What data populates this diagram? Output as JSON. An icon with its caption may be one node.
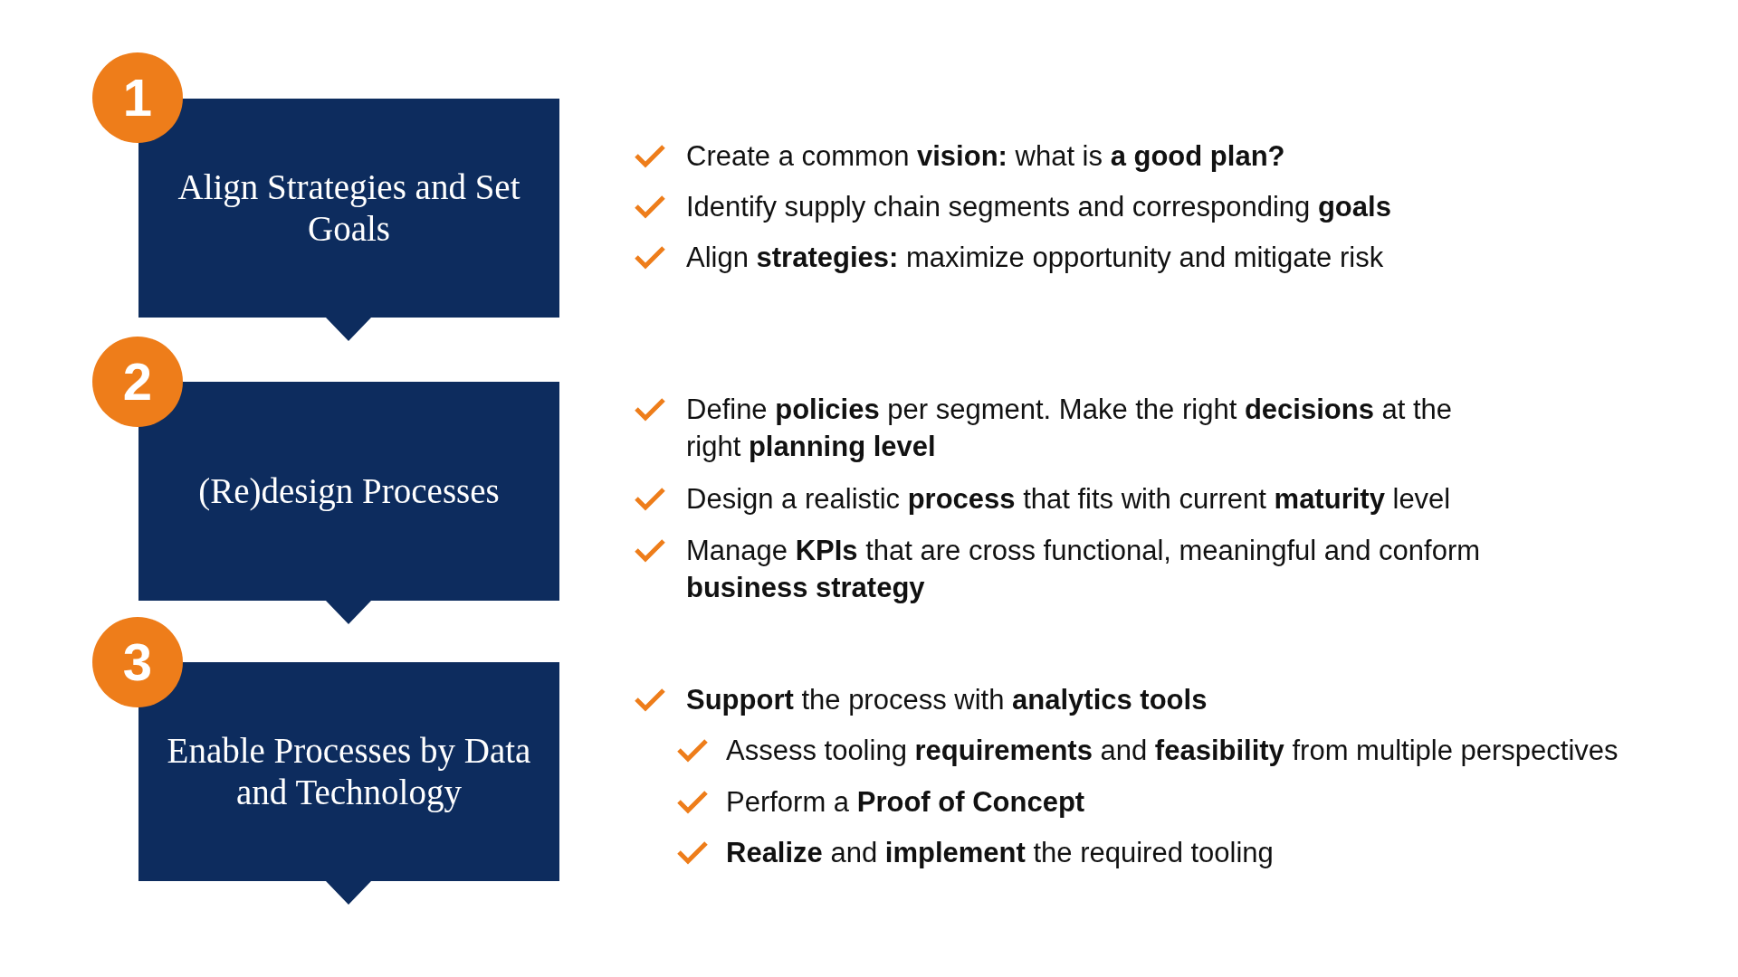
{
  "diagram": {
    "nodes": [
      {
        "text": [
          "1"
        ]
      },
      {
        "text": [
          "Align Strategies and Set Goals"
        ]
      },
      {
        "text": [
          "2"
        ]
      },
      {
        "text": [
          "(Re)design Processes"
        ]
      },
      {
        "text": [
          "3"
        ]
      },
      {
        "text": [
          "Enable Processes by Data and Technology"
        ]
      }
    ],
    "edges": [],
    "labels": [
      "Create a common **vision:** what is **a good plan?**",
      "Identify supply chain segments and corresponding **goals**",
      "Align **strategies:** maximize opportunity and mitigate risk",
      "Define **policies** per segment. Make the right **decisions** at the right **planning level**",
      "Design a realistic **process** that fits with current **maturity** level",
      "Manage **KPIs** that are cross functional, meaningful and conform **business strategy**",
      "**Support** the process with **analytics tools**",
      "Assess tooling **requirements** and **feasibility** from multiple perspectives",
      "Perform a **Proof of Concept**",
      "**Realize** and **implement** the required tooling"
    ]
  }
}
